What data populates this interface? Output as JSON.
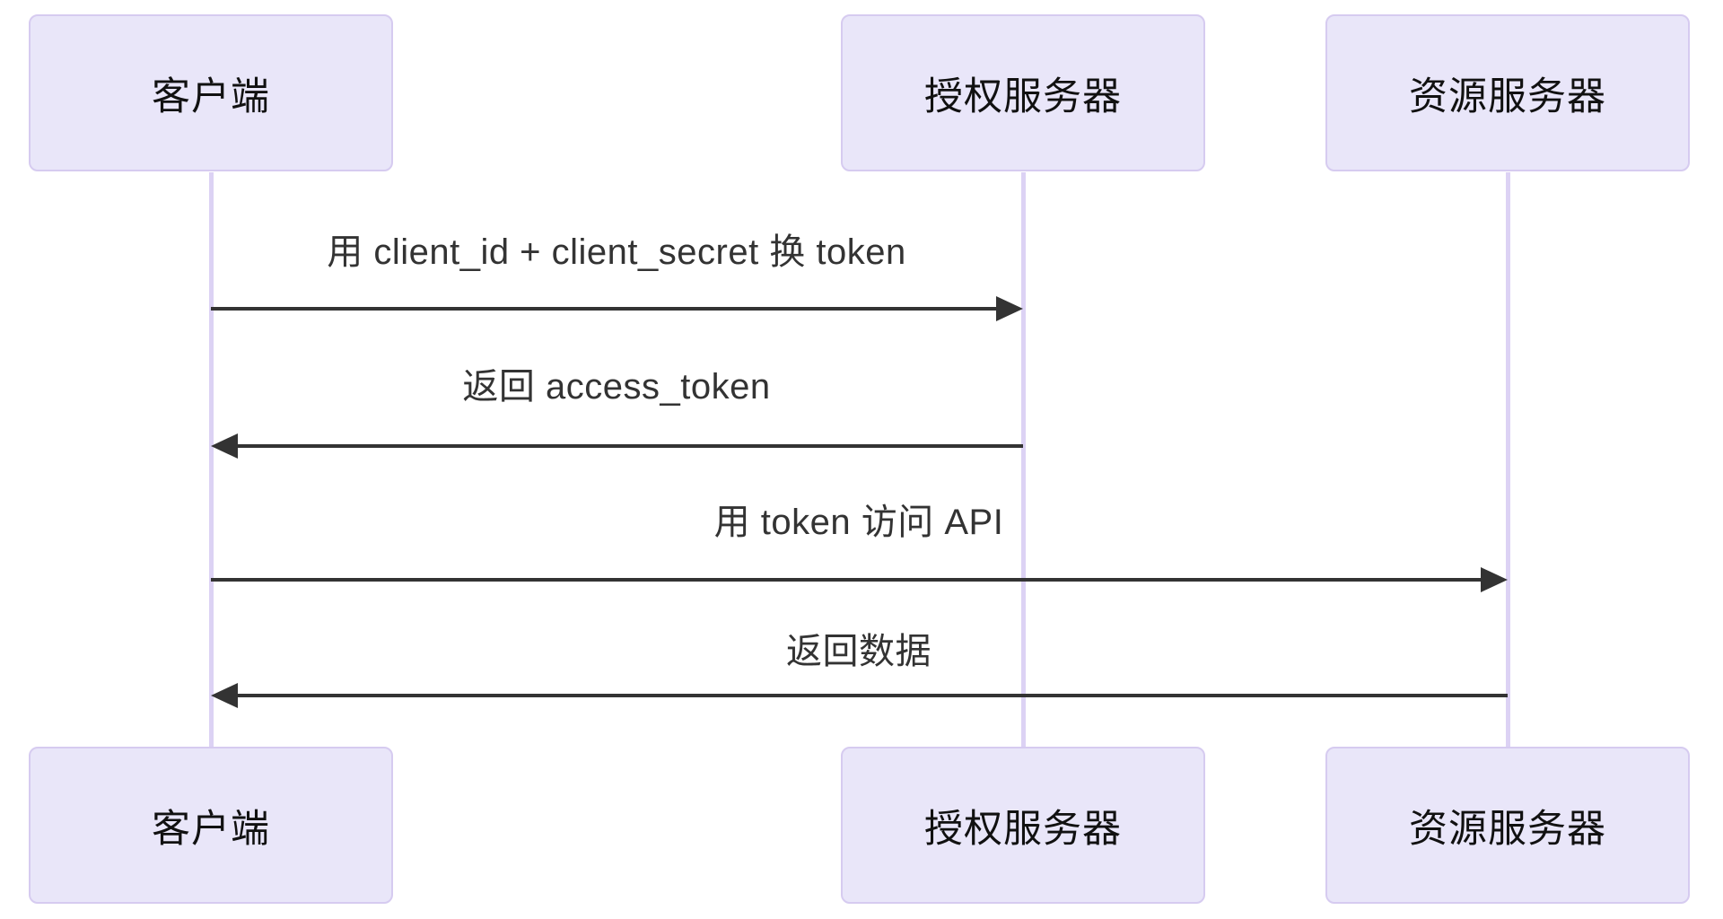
{
  "diagram": {
    "type": "sequence",
    "actors": [
      {
        "id": "client",
        "label": "客户端"
      },
      {
        "id": "auth_server",
        "label": "授权服务器"
      },
      {
        "id": "resource_server",
        "label": "资源服务器"
      }
    ],
    "messages": [
      {
        "index": 1,
        "from": "client",
        "to": "auth_server",
        "direction": "right",
        "text": "用 client_id + client_secret 换 token"
      },
      {
        "index": 2,
        "from": "auth_server",
        "to": "client",
        "direction": "left",
        "text": "返回 access_token"
      },
      {
        "index": 3,
        "from": "client",
        "to": "resource_server",
        "direction": "right",
        "text": "用 token 访问 API"
      },
      {
        "index": 4,
        "from": "resource_server",
        "to": "client",
        "direction": "left",
        "text": "返回数据"
      }
    ],
    "colors": {
      "background": "#FFFFFF",
      "actor_fill": "#E9E6F9",
      "actor_border": "#D6CBF0",
      "actor_text": "#111111",
      "lifeline": "#DCD2F4",
      "arrow": "#333333",
      "message_text": "#333333"
    }
  }
}
